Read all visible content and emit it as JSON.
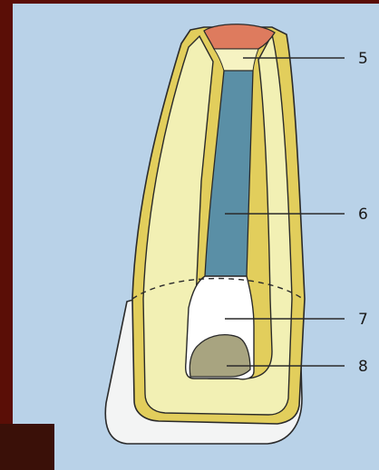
{
  "colors": {
    "frame": "#5a0e06",
    "panel": "#b9d2e8",
    "enamel": "#e2ce5c",
    "dentin": "#f2f0b4",
    "canal_filling": "#5a8fa6",
    "crown_seal": "#de7b5e",
    "bone": "#f3f4f4",
    "post_space": "#ffffff",
    "residual_filling": "#a8a480",
    "outline": "#2a2a2a"
  },
  "callouts": [
    {
      "id": "5",
      "label": "5",
      "part": "coronal-seal"
    },
    {
      "id": "6",
      "label": "6",
      "part": "canal-filling"
    },
    {
      "id": "7",
      "label": "7",
      "part": "post-space"
    },
    {
      "id": "8",
      "label": "8",
      "part": "apical-filling-remnant"
    }
  ]
}
